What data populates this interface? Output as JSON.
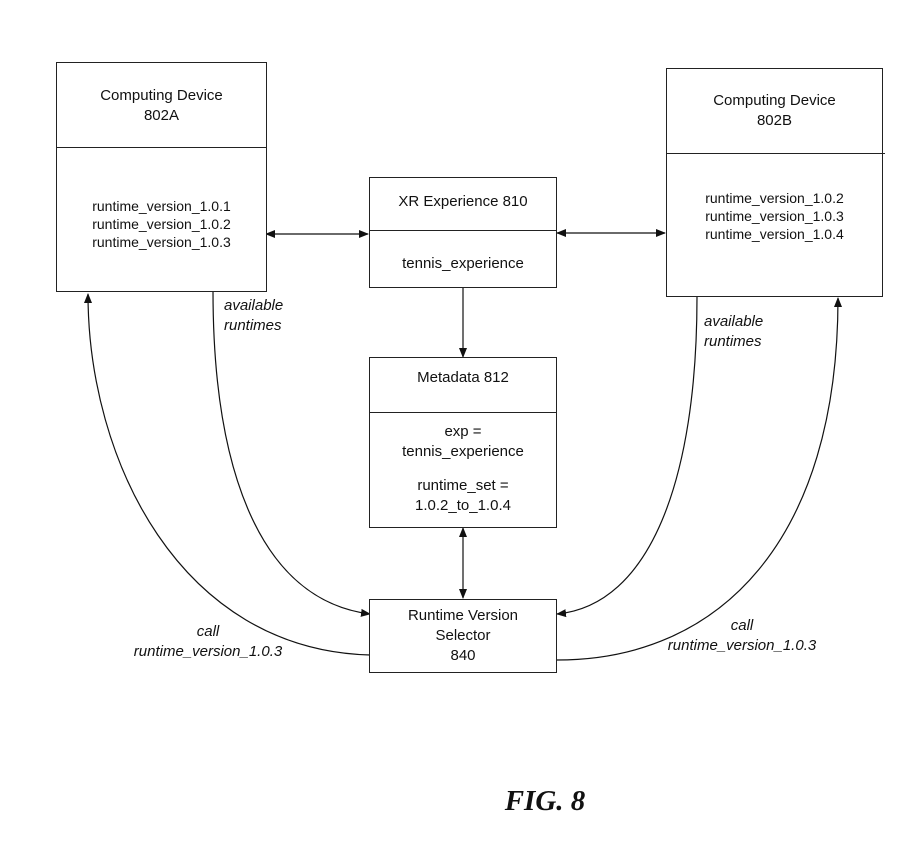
{
  "figure_label": "FIG. 8",
  "nodes": {
    "device_a": {
      "title": [
        "Computing Device",
        "802A"
      ],
      "runtimes": [
        "runtime_version_1.0.1",
        "runtime_version_1.0.2",
        "runtime_version_1.0.3"
      ]
    },
    "device_b": {
      "title": [
        "Computing Device",
        "802B"
      ],
      "runtimes": [
        "runtime_version_1.0.2",
        "runtime_version_1.0.3",
        "runtime_version_1.0.4"
      ]
    },
    "xr_experience": {
      "title": "XR Experience 810",
      "body": "tennis_experience"
    },
    "metadata": {
      "title": "Metadata 812",
      "body": [
        "exp =",
        "tennis_experience",
        "runtime_set =",
        "1.0.2_to_1.0.4"
      ]
    },
    "selector": {
      "title": [
        "Runtime Version",
        "Selector",
        "840"
      ]
    }
  },
  "edge_labels": {
    "available_a": [
      "available",
      "runtimes"
    ],
    "available_b": [
      "available",
      "runtimes"
    ],
    "call_a": [
      "call",
      "runtime_version_1.0.3"
    ],
    "call_b": [
      "call",
      "runtime_version_1.0.3"
    ]
  },
  "edges": [
    {
      "from": "device_a",
      "to": "xr_experience",
      "type": "bidirectional"
    },
    {
      "from": "xr_experience",
      "to": "device_b",
      "type": "bidirectional"
    },
    {
      "from": "xr_experience",
      "to": "metadata",
      "type": "directed"
    },
    {
      "from": "metadata",
      "to": "selector",
      "type": "bidirectional"
    },
    {
      "from": "device_a",
      "to": "selector",
      "type": "directed",
      "label": "available runtimes"
    },
    {
      "from": "device_b",
      "to": "selector",
      "type": "directed",
      "label": "available runtimes"
    },
    {
      "from": "selector",
      "to": "device_a",
      "type": "directed",
      "label": "call runtime_version_1.0.3"
    },
    {
      "from": "selector",
      "to": "device_b",
      "type": "directed",
      "label": "call runtime_version_1.0.3"
    }
  ]
}
